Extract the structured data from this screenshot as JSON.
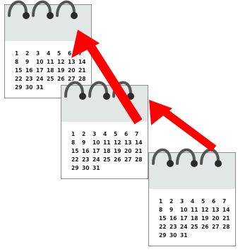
{
  "calendars": [
    {
      "days": [
        "1",
        "2",
        "3",
        "4",
        "5",
        "6",
        "7",
        "8",
        "9",
        "10",
        "11",
        "12",
        "13",
        "14",
        "15",
        "16",
        "17",
        "18",
        "19",
        "20",
        "21",
        "22",
        "23",
        "24",
        "25",
        "26",
        "27",
        "28",
        "29",
        "30",
        "31"
      ]
    },
    {
      "days": [
        "1",
        "2",
        "3",
        "4",
        "5",
        "6",
        "7",
        "8",
        "9",
        "10",
        "11",
        "12",
        "13",
        "14",
        "15",
        "16",
        "17",
        "18",
        "19",
        "20",
        "21",
        "22",
        "23",
        "24",
        "25",
        "26",
        "27",
        "28",
        "29",
        "30",
        "31"
      ]
    },
    {
      "days": [
        "1",
        "2",
        "3",
        "4",
        "5",
        "6",
        "7",
        "8",
        "9",
        "10",
        "11",
        "12",
        "13",
        "14",
        "15",
        "16",
        "17",
        "18",
        "19",
        "20",
        "21",
        "22",
        "23",
        "24",
        "25",
        "26",
        "27",
        "28",
        "29",
        "30",
        "31"
      ]
    }
  ],
  "colors": {
    "arrow": "#ff0000",
    "header": "#e3e6e6",
    "border": "#8c8c8c",
    "ring": "#555555"
  },
  "icons": [
    "calendar-icon",
    "spiral-ring-icon",
    "arrow-icon"
  ]
}
